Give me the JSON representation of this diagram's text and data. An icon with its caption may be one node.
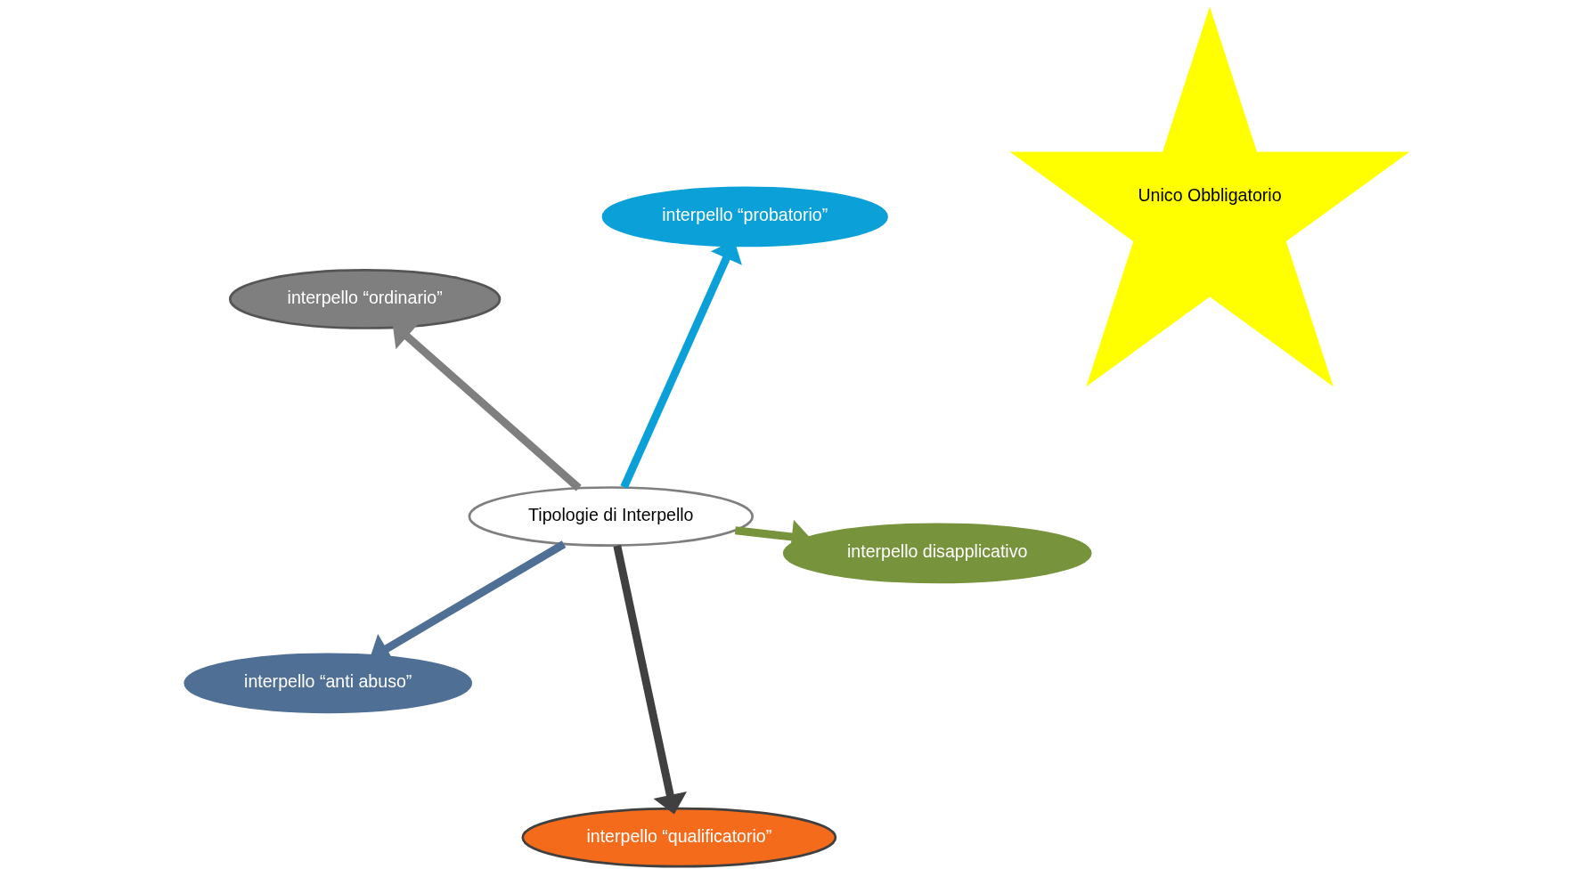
{
  "diagram": {
    "nodes": [
      {
        "text": [
          "interpello “ordinario”"
        ]
      },
      {
        "text": [
          "Unico Obbligatorio"
        ]
      },
      {
        "text": [
          "interpello disapplicativo"
        ]
      },
      {
        "text": [
          "interpello “qualificatorio”"
        ]
      },
      {
        "text": [
          "Tipologie di Interpello"
        ]
      },
      {
        "text": [
          "interpello “probatorio”"
        ]
      },
      {
        "text": [
          "interpello “anti abuso”"
        ]
      }
    ],
    "edges": [
      {
        "from": 4,
        "to": 0,
        "arrow": "to",
        "color": "#7f7f7f"
      },
      {
        "from": 4,
        "to": 2,
        "arrow": "to",
        "color": "#77933c"
      },
      {
        "from": 4,
        "to": 3,
        "arrow": "to",
        "color": "#404040"
      },
      {
        "from": 4,
        "to": 5,
        "arrow": "to",
        "color": "#0ca0d8"
      },
      {
        "from": 4,
        "to": 6,
        "arrow": "to",
        "color": "#4f6f95"
      }
    ]
  }
}
